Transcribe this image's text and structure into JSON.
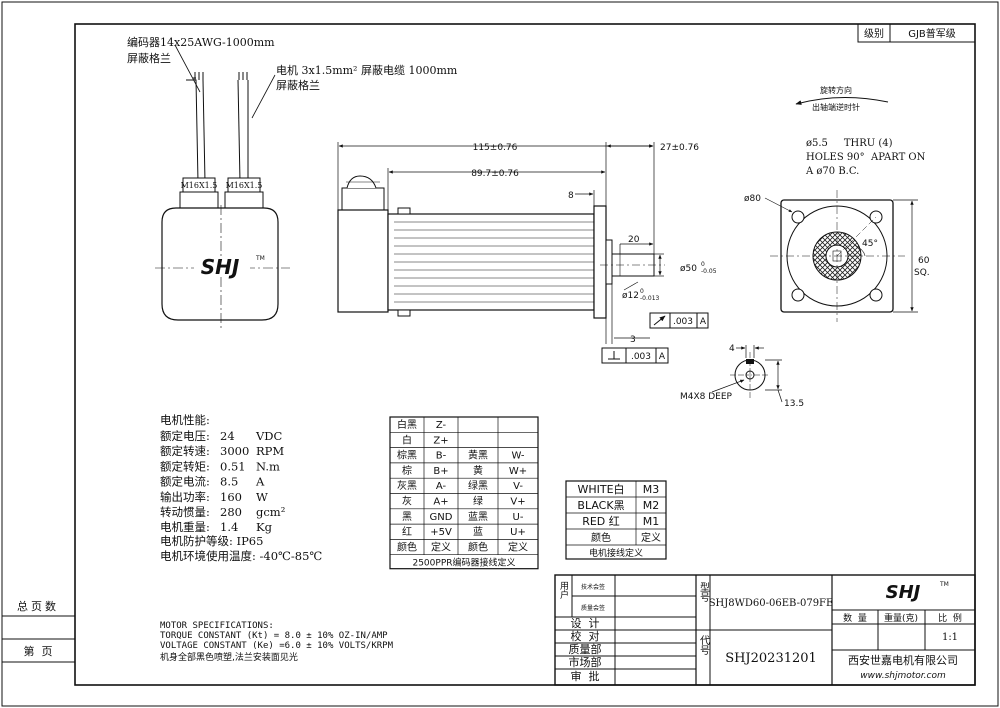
{
  "grade": {
    "label": "级别",
    "value": "GJB普军级"
  },
  "cables": {
    "encoder": {
      "line1": "编码器14x25AWG-1000mm",
      "line2": "屏蔽格兰"
    },
    "motor": {
      "line1": "电机 3x1.5mm² 屏蔽电缆 1000mm",
      "line2": "屏蔽格兰"
    },
    "gland1": "M16X1.5",
    "gland2": "M16X1.5"
  },
  "brand": {
    "logo": "SHJ",
    "tm": "TM"
  },
  "rotation": {
    "line1": "旋转方向",
    "line2": "出轴端逆时针"
  },
  "dims": {
    "overall": "115±0.76",
    "body": "89.7±0.76",
    "shaft_len": "27±0.76",
    "flange": "8",
    "key_len": "20",
    "shaft_dia": "ø50",
    "shaft_tol_up": "0",
    "shaft_tol_dn": "-0.05",
    "bore": "ø12",
    "bore_tol_up": "0",
    "bore_tol_dn": "-0.013",
    "gap": "3",
    "runout": ".003",
    "runout_ref": "A",
    "perp": ".003",
    "perp_ref": "A",
    "holes_line1": "ø5.5     THRU (4)",
    "holes_line2": "HOLES 90°  APART ON",
    "holes_line3": "A ø70 B.C.",
    "pilot": "ø80",
    "angle": "45°",
    "square": "60",
    "square_unit": "SQ.",
    "key_w": "4",
    "key_depth": "13.5",
    "tap": "M4X8 DEEP"
  },
  "specs": {
    "title": "电机性能:",
    "rows": [
      {
        "label": "额定电压:",
        "value": "24",
        "unit": "VDC"
      },
      {
        "label": "额定转速:",
        "value": "3000",
        "unit": "RPM"
      },
      {
        "label": "额定转矩:",
        "value": "0.51",
        "unit": "N.m"
      },
      {
        "label": "额定电流:",
        "value": "8.5",
        "unit": "A"
      },
      {
        "label": "输出功率:",
        "value": "160",
        "unit": "W"
      },
      {
        "label": "转动惯量:",
        "value": "280",
        "unit": "gcm²"
      },
      {
        "label": "电机重量:",
        "value": "1.4",
        "unit": "Kg"
      }
    ],
    "protection": "电机防护等级: IP65",
    "temperature": "电机环境使用温度: -40℃-85℃"
  },
  "encoder_table": {
    "rows": [
      [
        "白黑",
        "Z-",
        "",
        ""
      ],
      [
        "白",
        "Z+",
        "",
        ""
      ],
      [
        "棕黑",
        "B-",
        "黄黑",
        "W-"
      ],
      [
        "棕",
        "B+",
        "黄",
        "W+"
      ],
      [
        "灰黑",
        "A-",
        "绿黑",
        "V-"
      ],
      [
        "灰",
        "A+",
        "绿",
        "V+"
      ],
      [
        "黑",
        "GND",
        "蓝黑",
        "U-"
      ],
      [
        "红",
        "+5V",
        "蓝",
        "U+"
      ],
      [
        "颜色",
        "定义",
        "颜色",
        "定义"
      ]
    ],
    "caption": "2500PPR编码器接线定义"
  },
  "motor_table": {
    "rows": [
      [
        "WHITE白",
        "M3"
      ],
      [
        "BLACK黑",
        "M2"
      ],
      [
        "RED 红",
        "M1"
      ],
      [
        "颜色",
        "定义"
      ]
    ],
    "caption": "电机接线定义"
  },
  "notes": {
    "title": "MOTOR SPECIFICATIONS:",
    "line1": "TORQUE CONSTANT (Kt) = 8.0 ± 10% OZ-IN/AMP",
    "line2": "VOLTAGE CONSTANT (Ke) =6.0 ± 10% VOLTS/KRPM",
    "line3": "机身全部黑色喷塑,法兰安装面见光"
  },
  "side_labels": {
    "total_pages": "总页数",
    "page": "第  页"
  },
  "title_block": {
    "user_label": "用户",
    "tech_sign": "技术会签",
    "quality_sign": "质量会签",
    "roles": [
      "设  计",
      "校  对",
      "质量部",
      "市场部",
      "审  批"
    ],
    "model_label": "型号",
    "model": "SHJ8WD60-06EB-079FE",
    "code_label": "代号",
    "code": "SHJ20231201",
    "qty_label": "数  量",
    "weight_label": "重量(克)",
    "scale_label": "比  例",
    "scale": "1:1",
    "company": "西安世嘉电机有限公司",
    "website": "www.shjmotor.com"
  }
}
